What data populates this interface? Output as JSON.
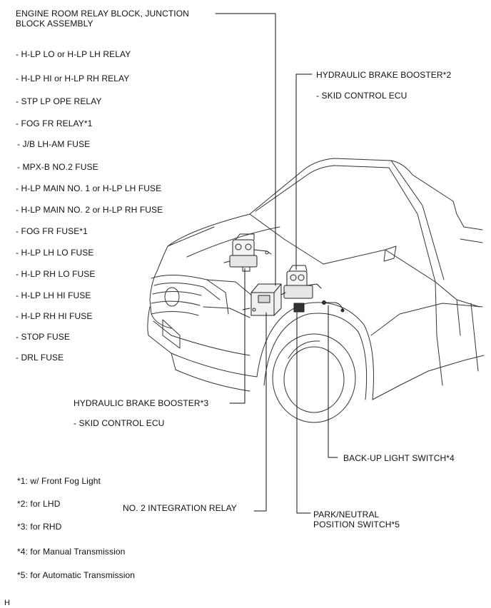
{
  "relay_block": {
    "title": "ENGINE ROOM RELAY BLOCK, JUNCTION\nBLOCK ASSEMBLY",
    "items": [
      "- H-LP LO or H-LP LH RELAY",
      "- H-LP HI or H-LP RH RELAY",
      "- STP LP OPE RELAY",
      "- FOG FR RELAY*1",
      "- J/B LH-AM FUSE",
      "- MPX-B NO.2 FUSE",
      "- H-LP MAIN NO. 1 or H-LP LH FUSE",
      "- H-LP MAIN NO. 2 or H-LP RH FUSE",
      "- FOG FR FUSE*1",
      "- H-LP LH LO FUSE",
      "- H-LP RH LO FUSE",
      "- H-LP LH HI FUSE",
      "- H-LP RH HI FUSE",
      "- STOP FUSE",
      "- DRL FUSE"
    ]
  },
  "callouts": {
    "booster2_title": "HYDRAULIC BRAKE BOOSTER*2",
    "booster2_sub": "- SKID CONTROL ECU",
    "booster3_title": "HYDRAULIC BRAKE BOOSTER*3",
    "booster3_sub": "- SKID CONTROL ECU",
    "backup_switch": "BACK-UP LIGHT SWITCH*4",
    "integration_relay": "NO. 2 INTEGRATION RELAY",
    "park_neutral": "PARK/NEUTRAL\nPOSITION SWITCH*5"
  },
  "footnotes": [
    "*1: w/ Front Fog Light",
    "*2: for LHD",
    "*3: for RHD",
    "*4: for Manual Transmission",
    "*5: for Automatic Transmission"
  ],
  "corner_mark": "H"
}
